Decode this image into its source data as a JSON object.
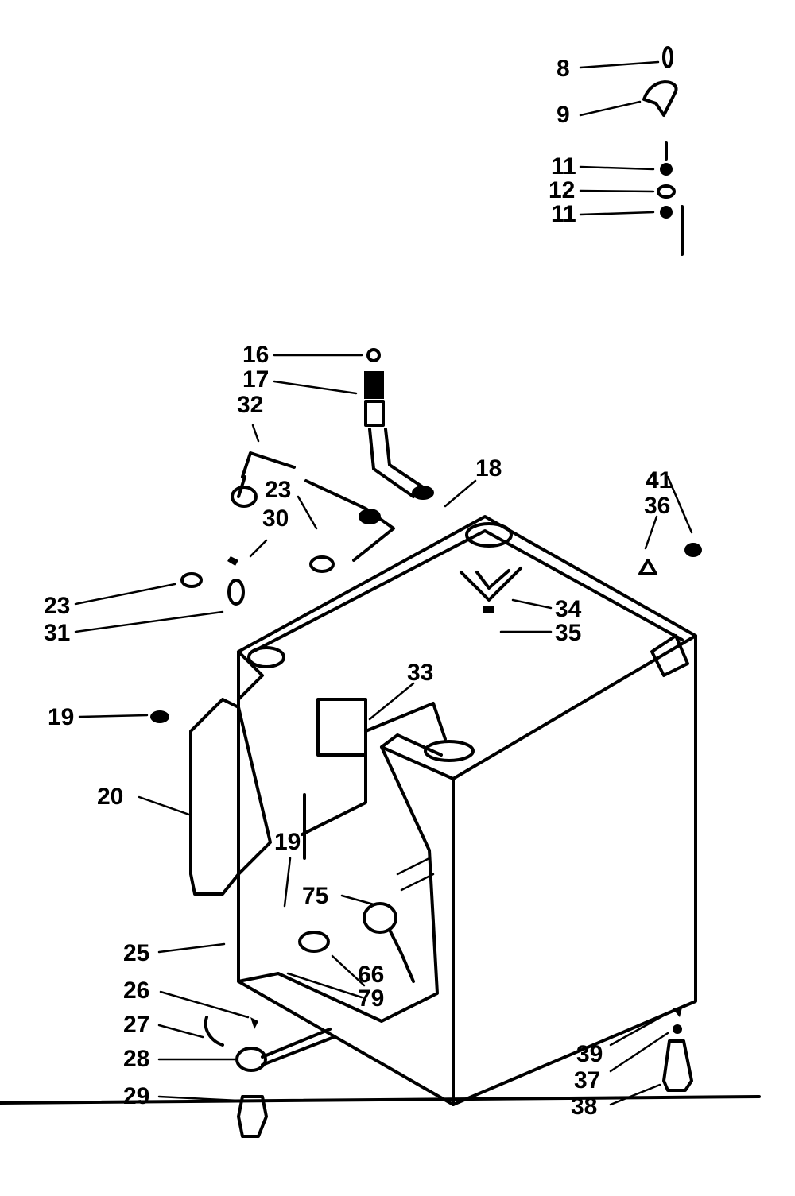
{
  "diagram": {
    "callouts": [
      {
        "id": "c8a",
        "text": "8"
      },
      {
        "id": "c9",
        "text": "9"
      },
      {
        "id": "c11a",
        "text": "11"
      },
      {
        "id": "c12",
        "text": "12"
      },
      {
        "id": "c11b",
        "text": "11"
      },
      {
        "id": "c16",
        "text": "16"
      },
      {
        "id": "c17",
        "text": "17"
      },
      {
        "id": "c32",
        "text": "32"
      },
      {
        "id": "c18",
        "text": "18"
      },
      {
        "id": "c41",
        "text": "41"
      },
      {
        "id": "c36",
        "text": "36"
      },
      {
        "id": "c23a",
        "text": "23"
      },
      {
        "id": "c30",
        "text": "30"
      },
      {
        "id": "c23b",
        "text": "23"
      },
      {
        "id": "c31",
        "text": "31"
      },
      {
        "id": "c34",
        "text": "34"
      },
      {
        "id": "c35",
        "text": "35"
      },
      {
        "id": "c33",
        "text": "33"
      },
      {
        "id": "c19a",
        "text": "19"
      },
      {
        "id": "c20",
        "text": "20"
      },
      {
        "id": "c19b",
        "text": "19"
      },
      {
        "id": "c75",
        "text": "75"
      },
      {
        "id": "c25",
        "text": "25"
      },
      {
        "id": "c66",
        "text": "66"
      },
      {
        "id": "c79",
        "text": "79"
      },
      {
        "id": "c26",
        "text": "26"
      },
      {
        "id": "c27",
        "text": "27"
      },
      {
        "id": "c28",
        "text": "28"
      },
      {
        "id": "c29",
        "text": "29"
      },
      {
        "id": "c39",
        "text": "39"
      },
      {
        "id": "c37",
        "text": "37"
      },
      {
        "id": "c38",
        "text": "38"
      }
    ]
  }
}
